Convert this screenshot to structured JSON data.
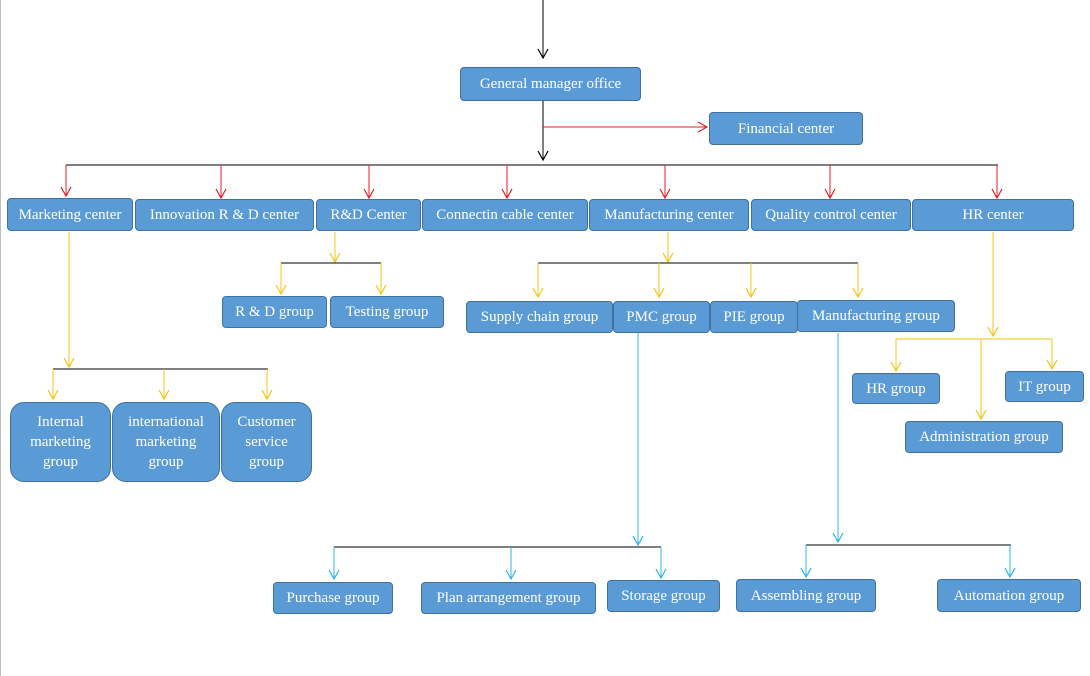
{
  "nodes": {
    "gm": "General manager office",
    "financial": "Financial center",
    "marketing": "Marketing center",
    "innovation": "Innovation R & D center",
    "rd_center": "R&D Center",
    "cable": "Connectin cable center",
    "manufacturing_center": "Manufacturing center",
    "quality": "Quality control center",
    "hr_center": "HR center",
    "rd_group": "R & D group",
    "testing": "Testing group",
    "supply_chain": "Supply chain group",
    "pmc": "PMC group",
    "pie": "PIE group",
    "manufacturing_group": "Manufacturing group",
    "hr_group": "HR group",
    "it_group": "IT group",
    "admin": "Administration group",
    "internal_marketing": "Internal marketing group",
    "international_marketing": "international marketing group",
    "customer_service": "Customer service group",
    "purchase": "Purchase group",
    "plan": "Plan arrangement group",
    "storage": "Storage group",
    "assembling": "Assembling group",
    "automation": "Automation group"
  },
  "colors": {
    "box_fill": "#5b9bd5",
    "box_border": "#41719c",
    "box_text": "#ffffff",
    "connector_black": "#000000",
    "connector_red": "#e0202a",
    "connector_yellow": "#f5c518",
    "connector_blue": "#2fb4e9"
  }
}
